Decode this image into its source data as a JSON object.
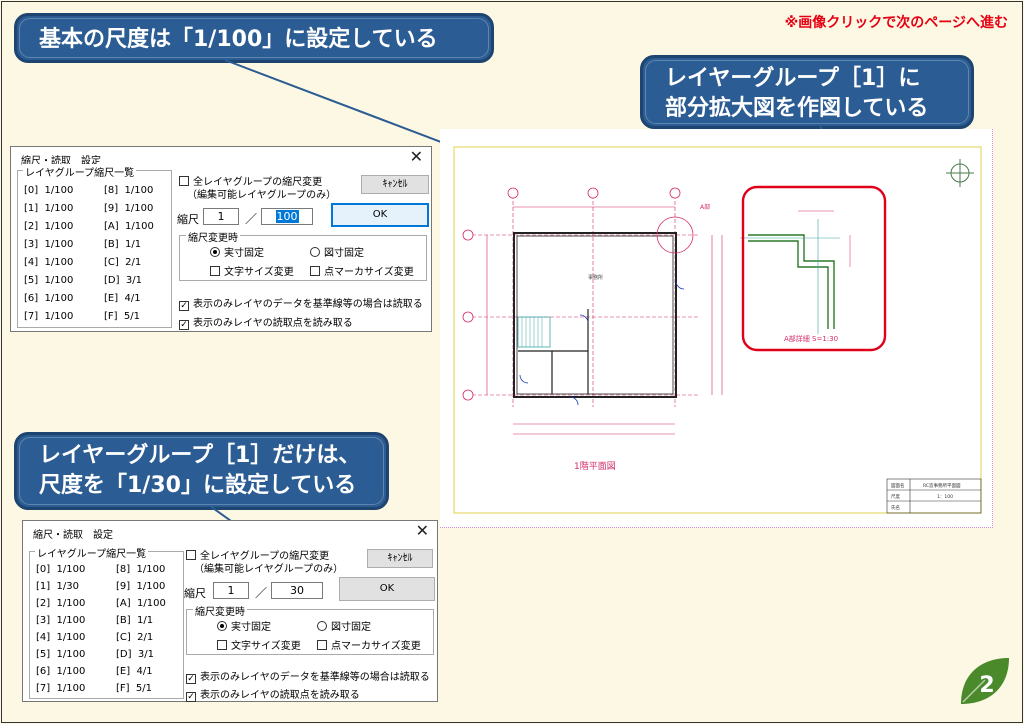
{
  "hint": "※画像クリックで次のページへ進む",
  "callouts": {
    "top_left": "基本の尺度は「1/100」に設定している",
    "top_right_line1": "レイヤーグループ［1］に",
    "top_right_line2": "部分拡大図を作図している",
    "bottom_line1": "レイヤーグループ［1］だけは、",
    "bottom_line2": "尺度を「1/30」に設定している"
  },
  "dialog_top": {
    "title": "縮尺・読取　設定",
    "list_header": "レイヤグループ縮尺一覧",
    "list_left": [
      "[0]  1/100",
      "[1]  1/100",
      "[2]  1/100",
      "[3]  1/100",
      "[4]  1/100",
      "[5]  1/100",
      "[6]  1/100",
      "[7]  1/100"
    ],
    "list_right": [
      "[8]  1/100",
      "[9]  1/100",
      "[A]  1/100",
      "[B]  1/1",
      "[C]  2/1",
      "[D]  3/1",
      "[E]  4/1",
      "[F]  5/1"
    ],
    "all_change": "全レイヤグループの縮尺変更",
    "all_change_sub": "（編集可能レイヤグループのみ）",
    "cancel": "ｷｬﾝｾﾙ",
    "ok": "OK",
    "scale_label": "縮尺",
    "slash": "／",
    "numerator": "1",
    "denominator": "100",
    "group_title": "縮尺変更時",
    "radio_real": "実寸固定",
    "radio_fig": "図寸固定",
    "chk_text": "文字サイズ変更",
    "chk_mark": "点マーカサイズ変更",
    "opt1": "表示のみレイヤのデータを基準線等の場合は読取る",
    "opt2": "表示のみレイヤの読取点を読み取る"
  },
  "dialog_bottom": {
    "title": "縮尺・読取　設定",
    "list_header": "レイヤグループ縮尺一覧",
    "list_left": [
      "[0]  1/100",
      "[1]  1/30",
      "[2]  1/100",
      "[3]  1/100",
      "[4]  1/100",
      "[5]  1/100",
      "[6]  1/100",
      "[7]  1/100"
    ],
    "list_right": [
      "[8]  1/100",
      "[9]  1/100",
      "[A]  1/100",
      "[B]  1/1",
      "[C]  2/1",
      "[D]  3/1",
      "[E]  4/1",
      "[F]  5/1"
    ],
    "all_change": "全レイヤグループの縮尺変更",
    "all_change_sub": "（編集可能レイヤグループのみ）",
    "cancel": "ｷｬﾝｾﾙ",
    "ok": "OK",
    "scale_label": "縮尺",
    "slash": "／",
    "numerator": "1",
    "denominator": "30",
    "group_title": "縮尺変更時",
    "radio_real": "実寸固定",
    "radio_fig": "図寸固定",
    "chk_text": "文字サイズ変更",
    "chk_mark": "点マーカサイズ変更",
    "opt1": "表示のみレイヤのデータを基準線等の場合は読取る",
    "opt2": "表示のみレイヤの読取点を読み取る"
  },
  "drawing": {
    "plan_title": "1階平面図",
    "detail_title": "A部詳細  S=1:30",
    "detail_mark": "A部",
    "room_label": "事務所",
    "title_block": [
      {
        "k": "図面名",
        "v": "RC造事務所平面図"
      },
      {
        "k": "尺度",
        "v": "1：100"
      },
      {
        "k": "氏名",
        "v": ""
      }
    ]
  },
  "page_number": "2",
  "colors": {
    "callout_bg": "#2b5c93",
    "hint": "#e60012",
    "highlight": "#e0001a",
    "page_badge": "#4a8a2a"
  }
}
